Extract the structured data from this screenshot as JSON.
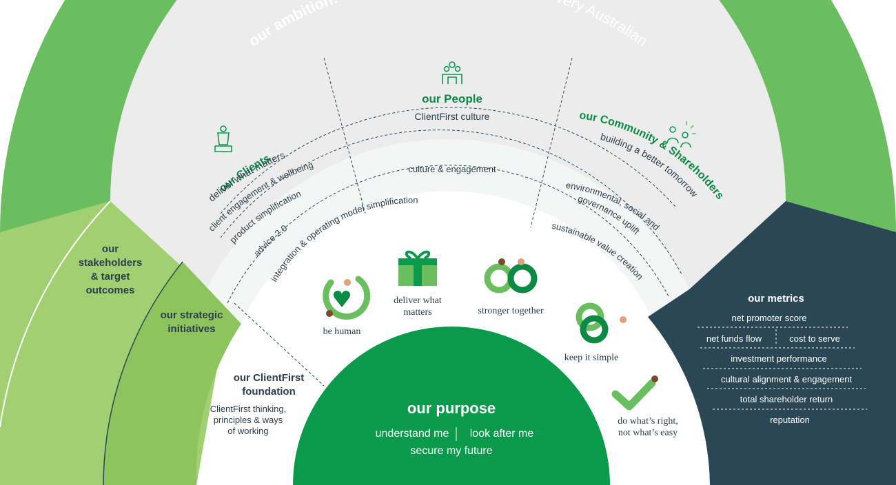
{
  "ambition": {
    "bold": "our ambition:",
    "text": " creating financial wellbeing for every Australian"
  },
  "stakeholders": {
    "clients": {
      "title": "our Clients",
      "subtitle": "deliver what matters"
    },
    "people": {
      "title": "our People",
      "subtitle": "ClientFirst culture"
    },
    "community": {
      "title": "our Community & Shareholders",
      "subtitle": "building a better tomorrow"
    }
  },
  "initiatives": {
    "client_engagement": "client engagement & wellbeing",
    "product_simplification": "product simplification",
    "advice": "advice 2.0",
    "integration": "integration & operating model simplification",
    "culture": "culture & engagement",
    "esg_line1": "environmental, social and",
    "esg_line2": "governance uplift",
    "sustainable": "sustainable value creation"
  },
  "left_labels": {
    "stakeholders_line1": "our",
    "stakeholders_line2": "stakeholders",
    "stakeholders_line3": "& target",
    "stakeholders_line4": "outcomes",
    "strategic_line1": "our strategic",
    "strategic_line2": "initiatives",
    "foundation_line1": "our ClientFirst",
    "foundation_line2": "foundation",
    "foundation_desc_line1": "ClientFirst thinking,",
    "foundation_desc_line2": "principles & ways",
    "foundation_desc_line3": "of working"
  },
  "values": {
    "be_human": "be human",
    "deliver_line1": "deliver what",
    "deliver_line2": "matters",
    "stronger": "stronger together",
    "simple": "keep it simple",
    "right_line1": "do what’s right,",
    "right_line2": "not what’s easy"
  },
  "purpose": {
    "title": "our purpose",
    "line1_a": "understand me",
    "line1_b": "look after me",
    "line2": "secure my future"
  },
  "metrics": {
    "title": "our metrics",
    "items": {
      "nps": "net promoter score",
      "nff": "net funds flow",
      "cts": "cost to serve",
      "invest": "investment performance",
      "cultural": "cultural alignment & engagement",
      "tsr": "total shareholder return",
      "reputation": "reputation"
    }
  },
  "colors": {
    "dark_green": "#0b9a4c",
    "mid_green": "#6bbe5f",
    "light_green": "#a2cf72",
    "grey": "#ececec",
    "navy": "#2b4655",
    "text_dark": "#2b3e4c"
  }
}
